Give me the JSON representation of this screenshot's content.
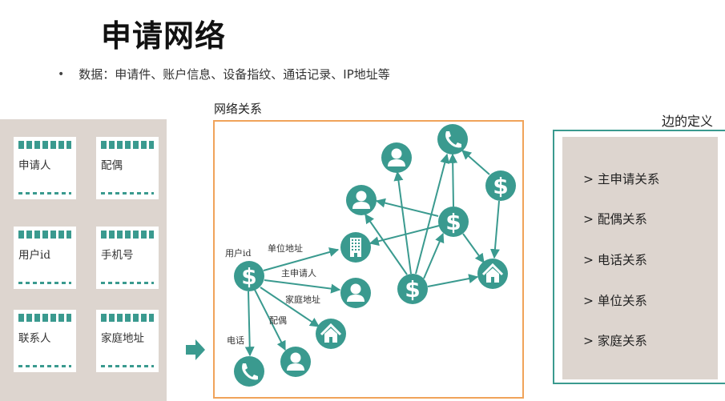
{
  "title": "申请网络",
  "bullet": {
    "symbol": "•",
    "text": "数据：申请件、账户信息、设备指纹、通话记录、IP地址等"
  },
  "cards": [
    {
      "label": "申请人"
    },
    {
      "label": "配偶"
    },
    {
      "label": "用户id"
    },
    {
      "label": "手机号"
    },
    {
      "label": "联系人"
    },
    {
      "label": "家庭地址"
    }
  ],
  "network": {
    "title": "网络关系",
    "labels": {
      "user_id": "用户id",
      "work_address": "单位地址",
      "main_applicant": "主申请人",
      "home_address": "家庭地址",
      "spouse": "配偶",
      "phone": "电话"
    }
  },
  "edges": {
    "title": "边的定义",
    "items": [
      {
        "label": "> 主申请关系"
      },
      {
        "label": "> 配偶关系"
      },
      {
        "label": "> 电话关系"
      },
      {
        "label": "> 单位关系"
      },
      {
        "label": "> 家庭关系"
      }
    ]
  },
  "colors": {
    "teal": "#3a9a8f",
    "panel_bg": "#ddd5cf",
    "orange_border": "#f0a35a"
  },
  "icons": {
    "dollar": "dollar-icon",
    "person": "person-icon",
    "phone": "phone-icon",
    "home": "home-icon",
    "building": "building-icon",
    "arrow": "arrow-right-icon"
  }
}
